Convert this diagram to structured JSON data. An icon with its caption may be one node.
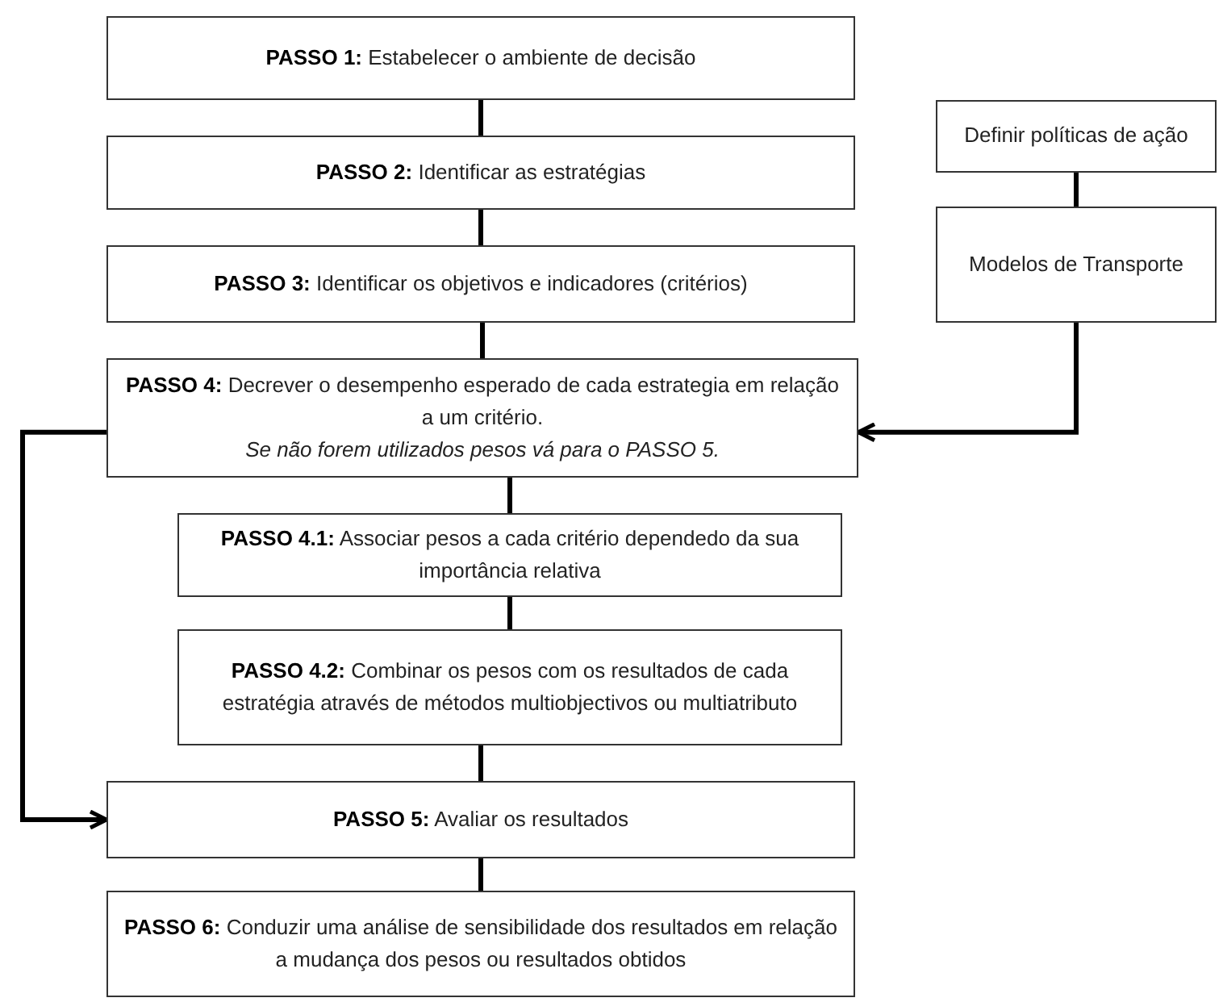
{
  "diagram": {
    "nodes": [
      {
        "text": [
          "**PASSO 1:** Estabelecer o ambiente de decisão"
        ]
      },
      {
        "text": [
          "**PASSO 2:** Identificar as estratégias"
        ]
      },
      {
        "text": [
          "**PASSO 3:** Identificar os objetivos e indicadores (critérios)"
        ]
      },
      {
        "text": [
          "**PASSO 4:** Decrever o desempenho esperado de cada estrategia em relação a um critério.",
          "Se não forem utilizados pesos vá para o PASSO 5."
        ]
      },
      {
        "text": [
          "**PASSO 4.1:** Associar pesos a cada critério dependedo da sua importância relativa"
        ]
      },
      {
        "text": [
          "**PASSO 4.2:** Combinar os pesos com os resultados de cada estratégia através de métodos multiobjectivos ou multiatributo"
        ]
      },
      {
        "text": [
          "**PASSO 5:** Avaliar os resultados"
        ]
      },
      {
        "text": [
          "**PASSO 6:** Conduzir uma análise de sensibilidade dos resultados em relação a mudança dos pesos ou resultados obtidos"
        ]
      },
      {
        "text": [
          "Definir políticas de ação"
        ]
      },
      {
        "text": [
          "Modelos de Transporte"
        ]
      }
    ],
    "edges": [
      {
        "from": 0,
        "to": 1,
        "arrow": "none"
      },
      {
        "from": 1,
        "to": 2,
        "arrow": "none"
      },
      {
        "from": 2,
        "to": 3,
        "arrow": "none"
      },
      {
        "from": 3,
        "to": 4,
        "arrow": "none"
      },
      {
        "from": 4,
        "to": 5,
        "arrow": "none"
      },
      {
        "from": 5,
        "to": 6,
        "arrow": "none"
      },
      {
        "from": 6,
        "to": 7,
        "arrow": "none"
      },
      {
        "from": 8,
        "to": 9,
        "arrow": "none"
      },
      {
        "from": 9,
        "to": 3,
        "arrow": "to"
      },
      {
        "from": 3,
        "to": 6,
        "arrow": "to"
      }
    ]
  }
}
